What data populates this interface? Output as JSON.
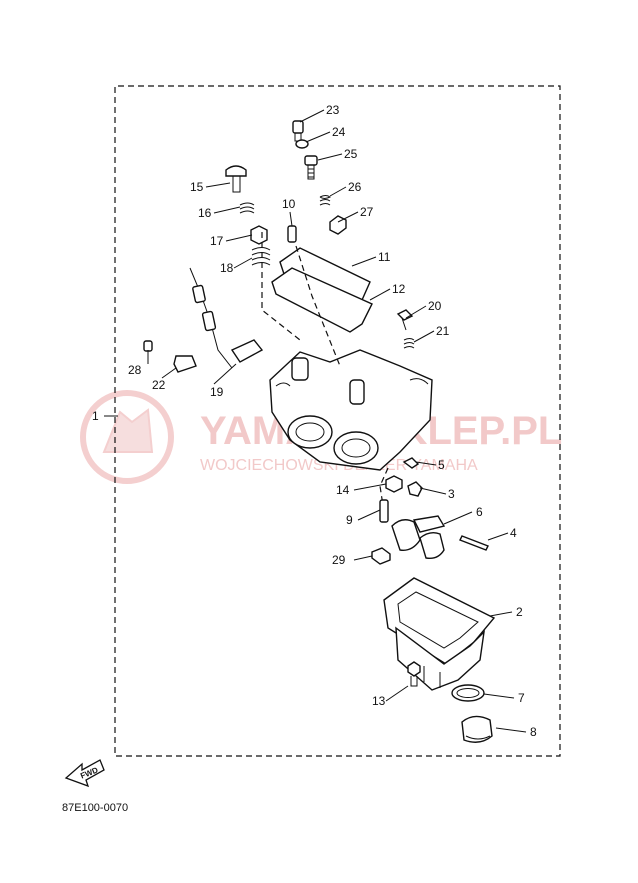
{
  "diagram": {
    "callouts": [
      {
        "id": "c23",
        "text": "23"
      },
      {
        "id": "c24",
        "text": "24"
      },
      {
        "id": "c25",
        "text": "25"
      },
      {
        "id": "c26",
        "text": "26"
      },
      {
        "id": "c27",
        "text": "27"
      },
      {
        "id": "c15",
        "text": "15"
      },
      {
        "id": "c16",
        "text": "16"
      },
      {
        "id": "c10",
        "text": "10"
      },
      {
        "id": "c17",
        "text": "17"
      },
      {
        "id": "c11",
        "text": "11"
      },
      {
        "id": "c18",
        "text": "18"
      },
      {
        "id": "c12",
        "text": "12"
      },
      {
        "id": "c20",
        "text": "20"
      },
      {
        "id": "c21",
        "text": "21"
      },
      {
        "id": "c28",
        "text": "28"
      },
      {
        "id": "c22",
        "text": "22"
      },
      {
        "id": "c19",
        "text": "19"
      },
      {
        "id": "c1",
        "text": "1"
      },
      {
        "id": "c5",
        "text": "5"
      },
      {
        "id": "c14",
        "text": "14"
      },
      {
        "id": "c3",
        "text": "3"
      },
      {
        "id": "c9",
        "text": "9"
      },
      {
        "id": "c6",
        "text": "6"
      },
      {
        "id": "c4",
        "text": "4"
      },
      {
        "id": "c29",
        "text": "29"
      },
      {
        "id": "c2",
        "text": "2"
      },
      {
        "id": "c13",
        "text": "13"
      },
      {
        "id": "c7",
        "text": "7"
      },
      {
        "id": "c8",
        "text": "8"
      }
    ],
    "fwd_label": "FWD",
    "figure_code": "87E100-0070"
  },
  "watermark": {
    "line1": "YAMAHASKLEP.PL",
    "line2": "WOJCIECHOWSKI DEALER YAMAHA"
  }
}
